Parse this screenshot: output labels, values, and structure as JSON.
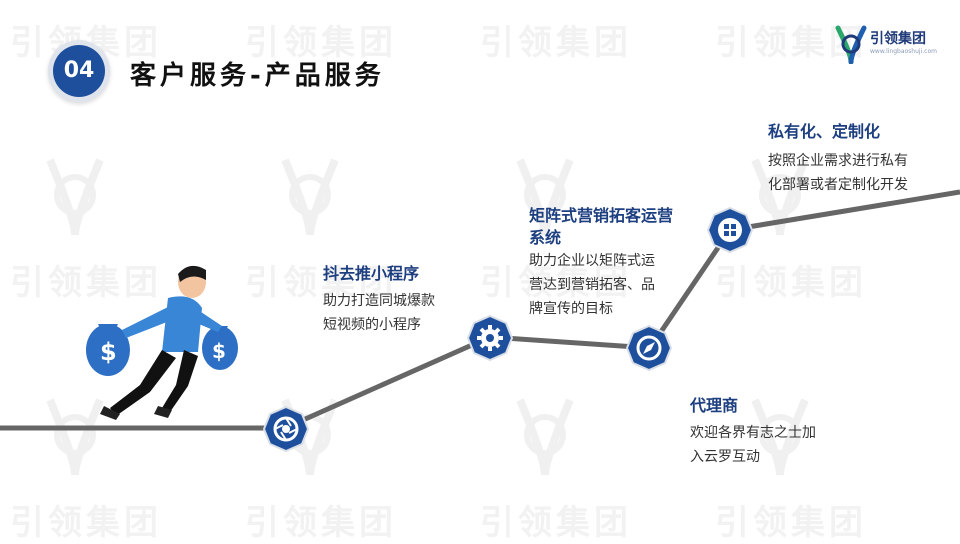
{
  "header": {
    "number": "04",
    "title": "客户服务-产品服务"
  },
  "logo": {
    "name": "引领集团",
    "sub": "www.lingbaoshuji.com"
  },
  "watermark": {
    "text": "引领集团"
  },
  "steps": [
    {
      "title": "抖去推小程序",
      "lines": [
        "助力打造同城爆款",
        "短视频的小程序"
      ],
      "icon": "camera-aperture-icon"
    },
    {
      "title": "矩阵式营销拓客运营",
      "title2": "系统",
      "lines": [
        "助力企业以矩阵式运",
        "营达到营销拓客、品",
        "牌宣传的目标"
      ],
      "icon": "gear-icon"
    },
    {
      "title": "代理商",
      "lines": [
        "欢迎各界有志之士加",
        "入云罗互动"
      ],
      "icon": "compass-icon"
    },
    {
      "title": "私有化、定制化",
      "lines": [
        "按照企业需求进行私有",
        "化部署或者定制化开发"
      ],
      "icon": "windows-icon"
    }
  ],
  "colors": {
    "accent": "#1d4f9c",
    "heading": "#1d3f80",
    "line": "#666666"
  }
}
